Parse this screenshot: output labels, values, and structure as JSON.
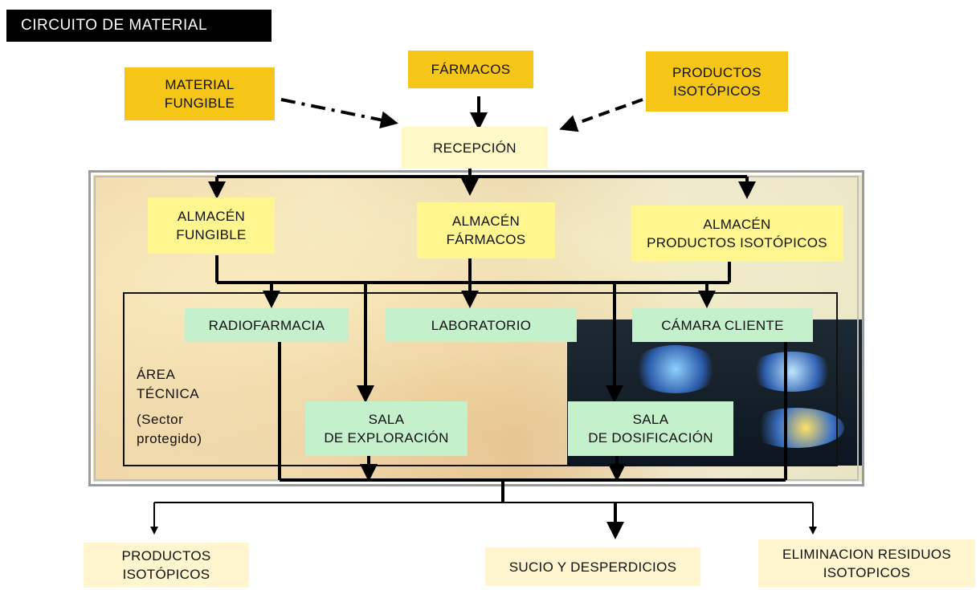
{
  "title": "CIRCUITO DE MATERIAL",
  "sources": {
    "material_fungible": [
      "MATERIAL",
      "FUNGIBLE"
    ],
    "farmacos": "FÁRMACOS",
    "productos_isotopicos": [
      "PRODUCTOS",
      "ISOTÓPICOS"
    ]
  },
  "reception": "RECEPCIÓN",
  "stores": {
    "fungible": [
      "ALMACÉN",
      "FUNGIBLE"
    ],
    "farmacos": [
      "ALMACÉN",
      "FÁRMACOS"
    ],
    "isotopicos": [
      "ALMACÉN",
      "PRODUCTOS ISOTÓPICOS"
    ]
  },
  "technical_area": {
    "label": [
      "ÁREA",
      "TÉCNICA"
    ],
    "note": [
      "(Sector",
      "protegido)"
    ],
    "rooms": {
      "radiofarmacia": "RADIOFARMACIA",
      "laboratorio": "LABORATORIO",
      "camara_cliente": "CÁMARA CLIENTE",
      "sala_exploracion": [
        "SALA",
        "DE EXPLORACIÓN"
      ],
      "sala_dosificacion": [
        "SALA",
        "DE DOSIFICACIÓN"
      ]
    }
  },
  "outputs": {
    "productos_isotopicos": [
      "PRODUCTOS",
      "ISOTÓPICOS"
    ],
    "sucio": "SUCIO Y DESPERDICIOS",
    "eliminacion": [
      "ELIMINACION RESIDUOS",
      "ISOTOPICOS"
    ]
  },
  "colors": {
    "source_box": "#f5c518",
    "store_box": "#fff68f",
    "room_box": "#c5f0cc",
    "output_box": "#fff5cf",
    "line": "#000000"
  }
}
